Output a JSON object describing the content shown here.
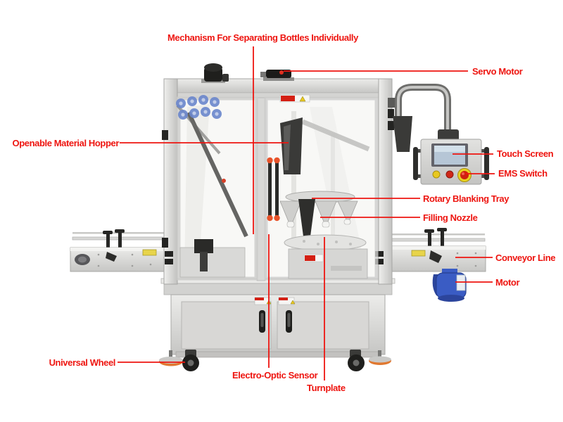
{
  "colors": {
    "label_red": "#ee1510",
    "steel_light": "#e6e6e4",
    "steel_mid": "#cfcfcd",
    "steel_dark": "#b2b2b0",
    "motor_blue": "#3a5cc4",
    "accent_orange": "#e8762e",
    "screen_blue": "#b6c6d6",
    "warning_yellow": "#e8d44a"
  },
  "labels": {
    "mechanism": "Mechanism For Separating Bottles Individually",
    "servo_motor": "Servo Motor",
    "material_hopper": "Openable Material Hopper",
    "touch_screen": "Touch Screen",
    "ems_switch": "EMS Switch",
    "rotary_tray": "Rotary Blanking Tray",
    "filling_nozzle": "Filling Nozzle",
    "conveyor_line": "Conveyor Line",
    "motor": "Motor",
    "universal_wheel": "Universal Wheel",
    "electro_optic_sensor": "Electro-Optic Sensor",
    "turnplate": "Turnplate"
  },
  "icons": {
    "warning_sticker": "warning-triangle",
    "instruction_icons": "blue-round-pictograms",
    "ems_button": "red-emergency-stop",
    "touch_screen_panel": "hmi-screen"
  }
}
